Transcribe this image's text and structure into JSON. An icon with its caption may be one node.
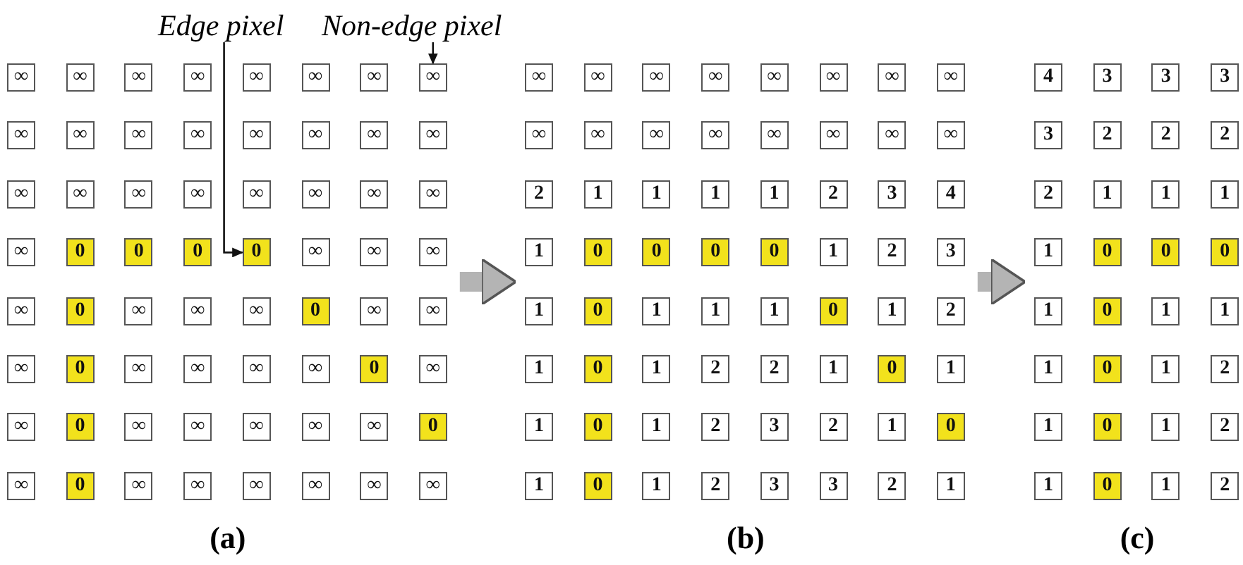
{
  "diagram": {
    "nodes": [
      {
        "text": [
          "Edge pixel"
        ]
      },
      {
        "text": [
          "Non-edge pixel"
        ]
      },
      {
        "text": [
          "(a)"
        ]
      },
      {
        "text": [
          "∞"
        ],
        "in": 2
      },
      {
        "text": [
          "∞"
        ],
        "in": 2
      },
      {
        "text": [
          "∞"
        ],
        "in": 2
      },
      {
        "text": [
          "∞"
        ],
        "in": 2
      },
      {
        "text": [
          "∞"
        ],
        "in": 2
      },
      {
        "text": [
          "∞"
        ],
        "in": 2
      },
      {
        "text": [
          "∞"
        ],
        "in": 2
      },
      {
        "text": [
          "∞"
        ],
        "in": 2
      },
      {
        "text": [
          "∞"
        ],
        "in": 2
      },
      {
        "text": [
          "∞"
        ],
        "in": 2
      },
      {
        "text": [
          "∞"
        ],
        "in": 2
      },
      {
        "text": [
          "∞"
        ],
        "in": 2
      },
      {
        "text": [
          "∞"
        ],
        "in": 2
      },
      {
        "text": [
          "∞"
        ],
        "in": 2
      },
      {
        "text": [
          "∞"
        ],
        "in": 2
      },
      {
        "text": [
          "∞"
        ],
        "in": 2
      },
      {
        "text": [
          "∞"
        ],
        "in": 2
      },
      {
        "text": [
          "∞"
        ],
        "in": 2
      },
      {
        "text": [
          "∞"
        ],
        "in": 2
      },
      {
        "text": [
          "∞"
        ],
        "in": 2
      },
      {
        "text": [
          "∞"
        ],
        "in": 2
      },
      {
        "text": [
          "∞"
        ],
        "in": 2
      },
      {
        "text": [
          "∞"
        ],
        "in": 2
      },
      {
        "text": [
          "∞"
        ],
        "in": 2
      },
      {
        "text": [
          "∞"
        ],
        "in": 2
      },
      {
        "text": [
          "0"
        ],
        "in": 2
      },
      {
        "text": [
          "0"
        ],
        "in": 2
      },
      {
        "text": [
          "0"
        ],
        "in": 2
      },
      {
        "text": [
          "0"
        ],
        "in": 2
      },
      {
        "text": [
          "∞"
        ],
        "in": 2
      },
      {
        "text": [
          "∞"
        ],
        "in": 2
      },
      {
        "text": [
          "∞"
        ],
        "in": 2
      },
      {
        "text": [
          "∞"
        ],
        "in": 2
      },
      {
        "text": [
          "0"
        ],
        "in": 2
      },
      {
        "text": [
          "∞"
        ],
        "in": 2
      },
      {
        "text": [
          "∞"
        ],
        "in": 2
      },
      {
        "text": [
          "∞"
        ],
        "in": 2
      },
      {
        "text": [
          "0"
        ],
        "in": 2
      },
      {
        "text": [
          "∞"
        ],
        "in": 2
      },
      {
        "text": [
          "∞"
        ],
        "in": 2
      },
      {
        "text": [
          "∞"
        ],
        "in": 2
      },
      {
        "text": [
          "0"
        ],
        "in": 2
      },
      {
        "text": [
          "∞"
        ],
        "in": 2
      },
      {
        "text": [
          "∞"
        ],
        "in": 2
      },
      {
        "text": [
          "∞"
        ],
        "in": 2
      },
      {
        "text": [
          "∞"
        ],
        "in": 2
      },
      {
        "text": [
          "0"
        ],
        "in": 2
      },
      {
        "text": [
          "∞"
        ],
        "in": 2
      },
      {
        "text": [
          "∞"
        ],
        "in": 2
      },
      {
        "text": [
          "0"
        ],
        "in": 2
      },
      {
        "text": [
          "∞"
        ],
        "in": 2
      },
      {
        "text": [
          "∞"
        ],
        "in": 2
      },
      {
        "text": [
          "∞"
        ],
        "in": 2
      },
      {
        "text": [
          "∞"
        ],
        "in": 2
      },
      {
        "text": [
          "∞"
        ],
        "in": 2
      },
      {
        "text": [
          "0"
        ],
        "in": 2
      },
      {
        "text": [
          "∞"
        ],
        "in": 2
      },
      {
        "text": [
          "0"
        ],
        "in": 2
      },
      {
        "text": [
          "∞"
        ],
        "in": 2
      },
      {
        "text": [
          "∞"
        ],
        "in": 2
      },
      {
        "text": [
          "∞"
        ],
        "in": 2
      },
      {
        "text": [
          "∞"
        ],
        "in": 2
      },
      {
        "text": [
          "∞"
        ],
        "in": 2
      },
      {
        "text": [
          "∞"
        ],
        "in": 2
      },
      {
        "text": [
          "(b)"
        ]
      },
      {
        "text": [
          "∞"
        ],
        "in": 67
      },
      {
        "text": [
          "∞"
        ],
        "in": 67
      },
      {
        "text": [
          "∞"
        ],
        "in": 67
      },
      {
        "text": [
          "∞"
        ],
        "in": 67
      },
      {
        "text": [
          "∞"
        ],
        "in": 67
      },
      {
        "text": [
          "∞"
        ],
        "in": 67
      },
      {
        "text": [
          "∞"
        ],
        "in": 67
      },
      {
        "text": [
          "∞"
        ],
        "in": 67
      },
      {
        "text": [
          "∞"
        ],
        "in": 67
      },
      {
        "text": [
          "∞"
        ],
        "in": 67
      },
      {
        "text": [
          "∞"
        ],
        "in": 67
      },
      {
        "text": [
          "∞"
        ],
        "in": 67
      },
      {
        "text": [
          "∞"
        ],
        "in": 67
      },
      {
        "text": [
          "∞"
        ],
        "in": 67
      },
      {
        "text": [
          "∞"
        ],
        "in": 67
      },
      {
        "text": [
          "∞"
        ],
        "in": 67
      },
      {
        "text": [
          "2"
        ],
        "in": 67
      },
      {
        "text": [
          "1"
        ],
        "in": 67
      },
      {
        "text": [
          "1"
        ],
        "in": 67
      },
      {
        "text": [
          "1"
        ],
        "in": 67
      },
      {
        "text": [
          "1"
        ],
        "in": 67
      },
      {
        "text": [
          "2"
        ],
        "in": 67
      },
      {
        "text": [
          "3"
        ],
        "in": 67
      },
      {
        "text": [
          "4"
        ],
        "in": 67
      },
      {
        "text": [
          "1"
        ],
        "in": 67
      },
      {
        "text": [
          "0"
        ],
        "in": 67
      },
      {
        "text": [
          "0"
        ],
        "in": 67
      },
      {
        "text": [
          "0"
        ],
        "in": 67
      },
      {
        "text": [
          "0"
        ],
        "in": 67
      },
      {
        "text": [
          "1"
        ],
        "in": 67
      },
      {
        "text": [
          "2"
        ],
        "in": 67
      },
      {
        "text": [
          "3"
        ],
        "in": 67
      },
      {
        "text": [
          "1"
        ],
        "in": 67
      },
      {
        "text": [
          "0"
        ],
        "in": 67
      },
      {
        "text": [
          "1"
        ],
        "in": 67
      },
      {
        "text": [
          "1"
        ],
        "in": 67
      },
      {
        "text": [
          "1"
        ],
        "in": 67
      },
      {
        "text": [
          "0"
        ],
        "in": 67
      },
      {
        "text": [
          "1"
        ],
        "in": 67
      },
      {
        "text": [
          "2"
        ],
        "in": 67
      },
      {
        "text": [
          "1"
        ],
        "in": 67
      },
      {
        "text": [
          "0"
        ],
        "in": 67
      },
      {
        "text": [
          "1"
        ],
        "in": 67
      },
      {
        "text": [
          "2"
        ],
        "in": 67
      },
      {
        "text": [
          "2"
        ],
        "in": 67
      },
      {
        "text": [
          "1"
        ],
        "in": 67
      },
      {
        "text": [
          "0"
        ],
        "in": 67
      },
      {
        "text": [
          "1"
        ],
        "in": 67
      },
      {
        "text": [
          "1"
        ],
        "in": 67
      },
      {
        "text": [
          "0"
        ],
        "in": 67
      },
      {
        "text": [
          "1"
        ],
        "in": 67
      },
      {
        "text": [
          "2"
        ],
        "in": 67
      },
      {
        "text": [
          "3"
        ],
        "in": 67
      },
      {
        "text": [
          "2"
        ],
        "in": 67
      },
      {
        "text": [
          "1"
        ],
        "in": 67
      },
      {
        "text": [
          "0"
        ],
        "in": 67
      },
      {
        "text": [
          "1"
        ],
        "in": 67
      },
      {
        "text": [
          "0"
        ],
        "in": 67
      },
      {
        "text": [
          "1"
        ],
        "in": 67
      },
      {
        "text": [
          "2"
        ],
        "in": 67
      },
      {
        "text": [
          "3"
        ],
        "in": 67
      },
      {
        "text": [
          "3"
        ],
        "in": 67
      },
      {
        "text": [
          "2"
        ],
        "in": 67
      },
      {
        "text": [
          "1"
        ],
        "in": 67
      },
      {
        "text": [
          "(c)"
        ]
      },
      {
        "text": [
          "4"
        ],
        "in": 132
      },
      {
        "text": [
          "3"
        ],
        "in": 132
      },
      {
        "text": [
          "3"
        ],
        "in": 132
      },
      {
        "text": [
          "3"
        ],
        "in": 132
      },
      {
        "text": [
          "3"
        ],
        "in": 132
      },
      {
        "text": [
          "2"
        ],
        "in": 132
      },
      {
        "text": [
          "2"
        ],
        "in": 132
      },
      {
        "text": [
          "2"
        ],
        "in": 132
      },
      {
        "text": [
          "2"
        ],
        "in": 132
      },
      {
        "text": [
          "1"
        ],
        "in": 132
      },
      {
        "text": [
          "1"
        ],
        "in": 132
      },
      {
        "text": [
          "1"
        ],
        "in": 132
      },
      {
        "text": [
          "1"
        ],
        "in": 132
      },
      {
        "text": [
          "0"
        ],
        "in": 132
      },
      {
        "text": [
          "0"
        ],
        "in": 132
      },
      {
        "text": [
          "0"
        ],
        "in": 132
      },
      {
        "text": [
          "1"
        ],
        "in": 132
      },
      {
        "text": [
          "0"
        ],
        "in": 132
      },
      {
        "text": [
          "1"
        ],
        "in": 132
      },
      {
        "text": [
          "1"
        ],
        "in": 132
      },
      {
        "text": [
          "1"
        ],
        "in": 132
      },
      {
        "text": [
          "0"
        ],
        "in": 132
      },
      {
        "text": [
          "1"
        ],
        "in": 132
      },
      {
        "text": [
          "2"
        ],
        "in": 132
      },
      {
        "text": [
          "1"
        ],
        "in": 132
      },
      {
        "text": [
          "0"
        ],
        "in": 132
      },
      {
        "text": [
          "1"
        ],
        "in": 132
      },
      {
        "text": [
          "2"
        ],
        "in": 132
      },
      {
        "text": [
          "1"
        ],
        "in": 132
      },
      {
        "text": [
          "0"
        ],
        "in": 132
      },
      {
        "text": [
          "1"
        ],
        "in": 132
      },
      {
        "text": [
          "2"
        ],
        "in": 132
      }
    ],
    "edges": [
      {
        "from": 0,
        "to": 31,
        "arrow": "to"
      },
      {
        "from": 1,
        "to": 10,
        "arrow": "to"
      },
      {
        "from": 2,
        "to": 67,
        "arrow": "to",
        "style": "thick",
        "color": "#b4b4b4"
      },
      {
        "from": 67,
        "to": 132,
        "arrow": "to",
        "style": "thick",
        "color": "#b4b4b4"
      }
    ]
  }
}
